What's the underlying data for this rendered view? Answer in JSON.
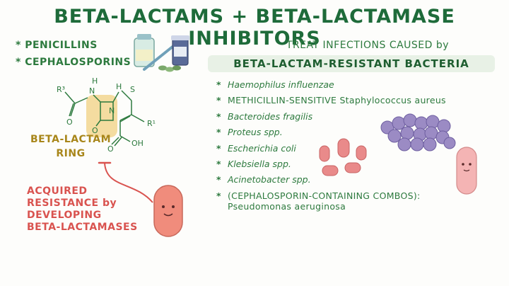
{
  "title": "BETA-LACTAMS + BETA-LACTAMASE INHIBITORS",
  "drug_classes": [
    {
      "star": "*",
      "label": "PENICILLINS"
    },
    {
      "star": "*",
      "label": "CEPHALOSPORINS"
    }
  ],
  "structure": {
    "atoms": {
      "r3": "R³",
      "n_amide": "N",
      "h_amide": "H",
      "o_amide": "O",
      "h_top": "H",
      "s": "S",
      "n_ring": "N",
      "o_lactam": "O",
      "r1": "R¹",
      "o_acid": "O",
      "oh": "OH"
    },
    "ring_label": "BETA-LACTAM\nRING",
    "ring_label_line1": "BETA-LACTAM",
    "ring_label_line2": "RING"
  },
  "resistance": {
    "line1": "ACQUIRED",
    "line2": "RESISTANCE by",
    "line3": "DEVELOPING",
    "line4": "BETA-LACTAMASES"
  },
  "treat_heading": "TREAT INFECTIONS CAUSED by",
  "banner": "BETA-LACTAM-RESISTANT BACTERIA",
  "bacteria": [
    {
      "star": "*",
      "name": "Haemophilus influenzae",
      "caps": false
    },
    {
      "star": "*",
      "name": "METHICILLIN-SENSITIVE Staphylococcus aureus",
      "caps": true
    },
    {
      "star": "*",
      "name": "Bacteroides fragilis",
      "caps": false
    },
    {
      "star": "*",
      "name": "Proteus spp.",
      "caps": false
    },
    {
      "star": "*",
      "name": "Escherichia coli",
      "caps": false
    },
    {
      "star": "*",
      "name": "Klebsiella spp.",
      "caps": false
    },
    {
      "star": "*",
      "name": "Acinetobacter spp.",
      "caps": false
    },
    {
      "star": "*",
      "name": "(CEPHALOSPORIN-CONTAINING COMBOS):",
      "caps": true
    }
  ],
  "bacteria_last_line": "Pseudomonas aeruginosa",
  "colors": {
    "title": "#1e6b3a",
    "text_green": "#2d7a3e",
    "banner_bg": "#e8f1e6",
    "ring_highlight": "#f4dca0",
    "ring_label": "#a8861a",
    "resistance": "#d9534f",
    "bacteria_pink": "#e98a8a",
    "staph_purple": "#9b8bc4"
  },
  "icons": [
    "medicine-vial-icon",
    "syringe-icon",
    "pill-bottle-icon",
    "pills-icon",
    "bacterium-character-icon",
    "staph-cluster-icon",
    "rod-bacteria-icon",
    "inhibition-arrow-icon"
  ]
}
